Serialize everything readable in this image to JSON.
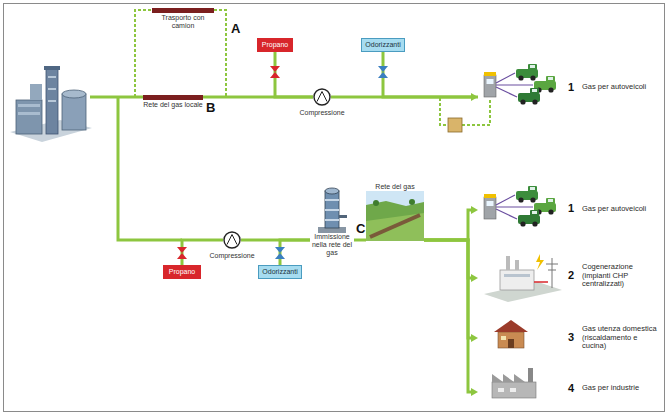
{
  "diagram": {
    "nodes": [
      {
        "text": [
          "Trasporto con camion"
        ]
      },
      {
        "text": [
          "Rete del gas locale"
        ]
      },
      {
        "text": [
          "Propano"
        ]
      },
      {
        "text": [
          "Compressione"
        ]
      },
      {
        "text": [
          "Odorizzanti"
        ]
      },
      {
        "text": [
          "Gas per autoveicoli"
        ]
      },
      {
        "text": [
          "Propano"
        ]
      },
      {
        "text": [
          "Compressione"
        ]
      },
      {
        "text": [
          "Odorizzanti"
        ]
      },
      {
        "text": [
          "Immissione nella rete del gas"
        ]
      },
      {
        "text": [
          "Rete del gas"
        ]
      },
      {
        "text": [
          "Gas per autoveicoli"
        ]
      },
      {
        "text": [
          "Cogenerazione (impianti CHP centralizzati)"
        ]
      },
      {
        "text": [
          "Gas utenza domestica (riscaldamento e cucina)"
        ]
      },
      {
        "text": [
          "Gas per industrie"
        ]
      }
    ],
    "edges": [
      {
        "from": 0,
        "to": 3,
        "arrow": "none"
      },
      {
        "from": 1,
        "to": 3,
        "arrow": "none"
      },
      {
        "from": 2,
        "to": 3,
        "arrow": "none"
      },
      {
        "from": 3,
        "to": 5,
        "arrow": "to"
      },
      {
        "from": 4,
        "to": 5,
        "arrow": "none"
      },
      {
        "from": 6,
        "to": 7,
        "arrow": "none"
      },
      {
        "from": 7,
        "to": 9,
        "arrow": "none"
      },
      {
        "from": 8,
        "to": 9,
        "arrow": "none"
      },
      {
        "from": 9,
        "to": 10,
        "arrow": "none"
      },
      {
        "from": 10,
        "to": 11,
        "arrow": "to"
      },
      {
        "from": 10,
        "to": 12,
        "arrow": "to"
      },
      {
        "from": 10,
        "to": 13,
        "arrow": "to"
      },
      {
        "from": 10,
        "to": 14,
        "arrow": "to"
      }
    ],
    "labels": [
      "A",
      "B",
      "C",
      "1",
      "1",
      "2",
      "3",
      "4"
    ]
  }
}
